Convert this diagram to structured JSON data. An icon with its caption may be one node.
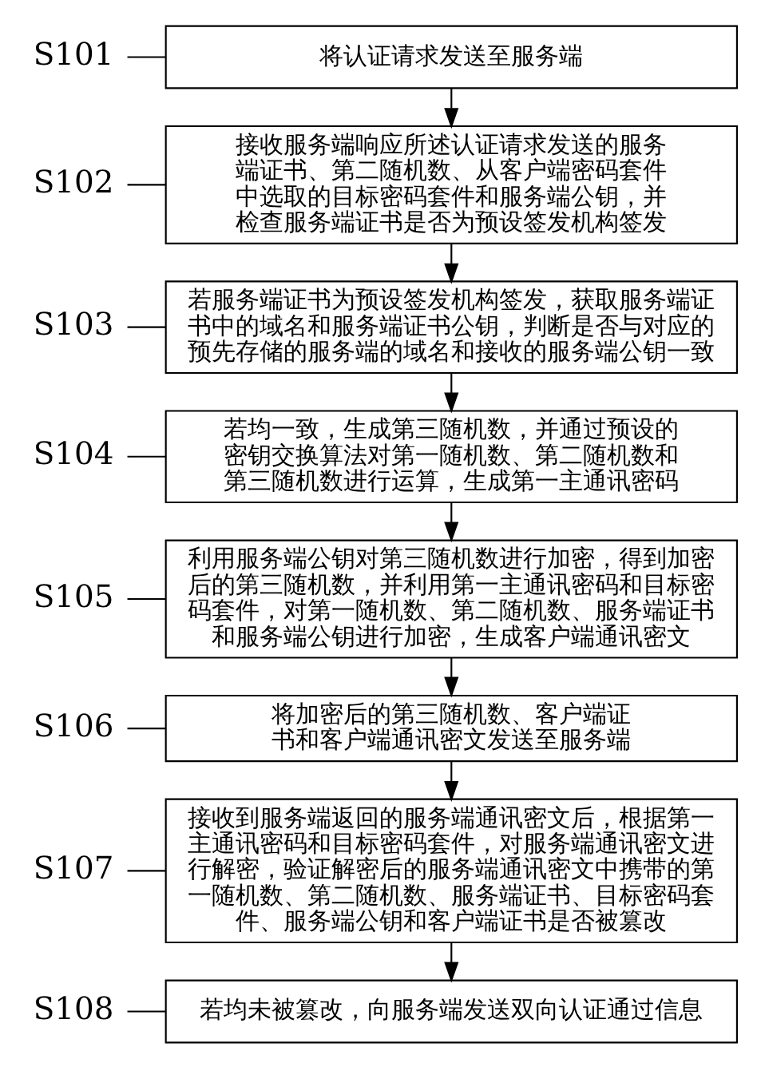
{
  "diagram": {
    "nodes": [
      {
        "text": [
          "将认证请求发送至服务端"
        ]
      },
      {
        "text": [
          "S101"
        ]
      },
      {
        "text": [
          "接收服务端响应所述认证请求发送的服务端证书、第二随机数、从客户端密码套件中选取的目标密码套件和服务端公钥，并检查服务端证书是否为预设签发机构签发"
        ]
      },
      {
        "text": [
          "S102"
        ]
      },
      {
        "text": [
          "若服务端证书为预设签发机构签发，获取服务端证书中的域名和服务端证书公钥，判断是否与对应的预先存储的服务端的域名和接收的服务端公钥一致"
        ]
      },
      {
        "text": [
          "S103"
        ]
      },
      {
        "text": [
          "若均一致，生成第三随机数，并通过预设的密钥交换算法对第一随机数、第二随机数和第三随机数进行运算，生成第一主通讯密码"
        ]
      },
      {
        "text": [
          "S104"
        ]
      },
      {
        "text": [
          "利用服务端公钥对第三随机数进行加密，得到加密后的第三随机数，并利用第一主通讯密码和目标密码套件，对第一随机数、第二随机数、服务端证书和服务端公钥进行加密，生成客户端通讯密文"
        ]
      },
      {
        "text": [
          "S105"
        ]
      },
      {
        "text": [
          "将加密后的第三随机数、客户端证书和客户端通讯密文发送至服务端"
        ]
      },
      {
        "text": [
          "S106"
        ]
      },
      {
        "text": [
          "接收到服务端返回的服务端通讯密文后，根据第一主通讯密码和目标密码套件，对服务端通讯密文进行解密，验证解密后的服务端通讯密文中携带的第一随机数、第二随机数、服务端证书、目标密码套件、服务端公钥和客户端证书是否被篡改"
        ]
      },
      {
        "text": [
          "S107"
        ]
      },
      {
        "text": [
          "若均未被篡改，向服务端发送双向认证通过信息"
        ]
      },
      {
        "text": [
          "S108"
        ]
      }
    ],
    "edges": [
      {
        "from": 0,
        "to": 2,
        "arrow": "to"
      },
      {
        "from": 2,
        "to": 4,
        "arrow": "to"
      },
      {
        "from": 4,
        "to": 6,
        "arrow": "to"
      },
      {
        "from": 6,
        "to": 8,
        "arrow": "to"
      },
      {
        "from": 8,
        "to": 10,
        "arrow": "to"
      },
      {
        "from": 10,
        "to": 12,
        "arrow": "to"
      },
      {
        "from": 12,
        "to": 14,
        "arrow": "to"
      },
      {
        "from": 1,
        "to": 0,
        "arrow": "none"
      },
      {
        "from": 3,
        "to": 2,
        "arrow": "none"
      },
      {
        "from": 5,
        "to": 4,
        "arrow": "none"
      },
      {
        "from": 7,
        "to": 6,
        "arrow": "none"
      },
      {
        "from": 9,
        "to": 8,
        "arrow": "none"
      },
      {
        "from": 11,
        "to": 10,
        "arrow": "none"
      },
      {
        "from": 13,
        "to": 12,
        "arrow": "none"
      },
      {
        "from": 15,
        "to": 14,
        "arrow": "none"
      }
    ]
  }
}
